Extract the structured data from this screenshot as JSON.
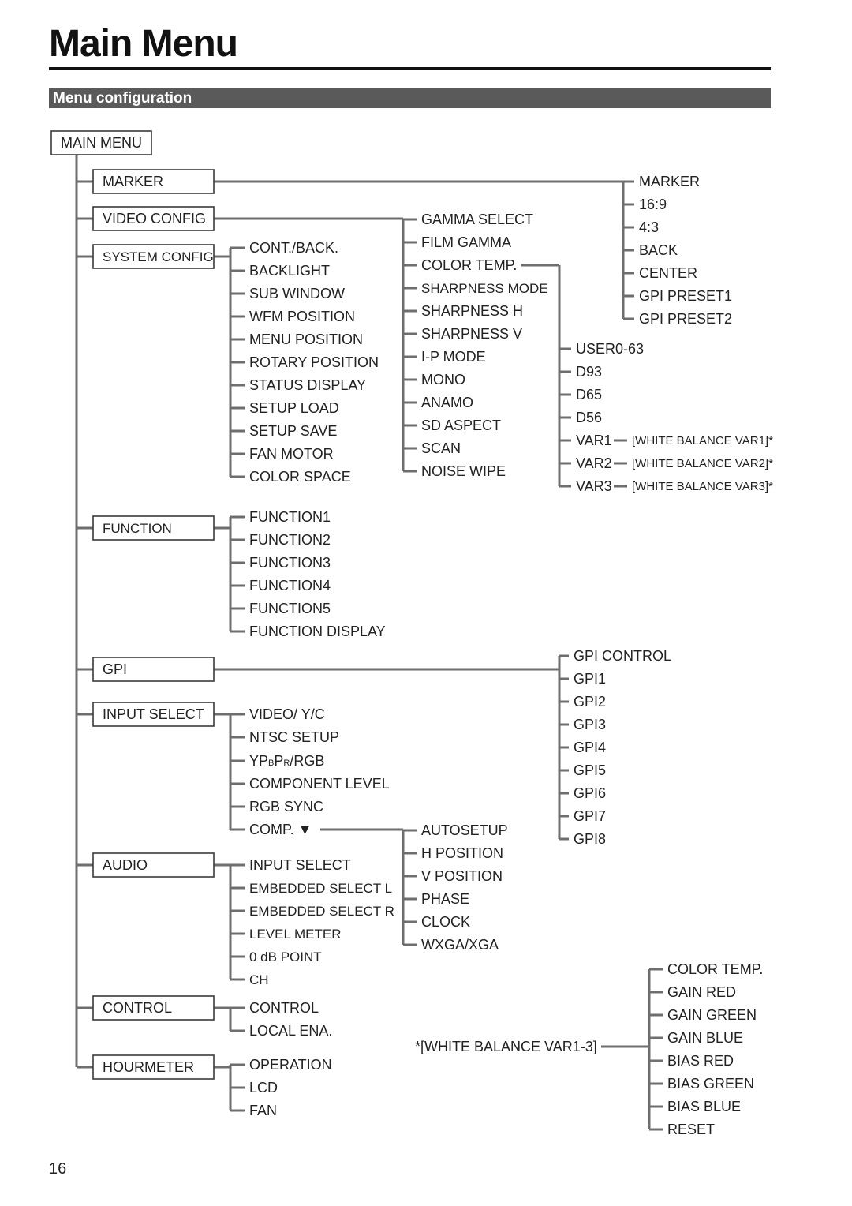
{
  "page": {
    "title": "Main Menu",
    "section_heading": "Menu configuration",
    "page_number": "16"
  },
  "diagram": {
    "root": "MAIN MENU",
    "main_items": [
      "MARKER",
      "VIDEO CONFIG",
      "SYSTEM CONFIG",
      "FUNCTION",
      "GPI",
      "INPUT SELECT",
      "AUDIO",
      "CONTROL",
      "HOURMETER"
    ],
    "marker_items": [
      "MARKER",
      "16:9",
      "4:3",
      "BACK",
      "CENTER",
      "GPI PRESET1",
      "GPI PRESET2"
    ],
    "video_config_items": [
      "GAMMA SELECT",
      "FILM GAMMA",
      "COLOR TEMP.",
      "SHARPNESS MODE",
      "SHARPNESS H",
      "SHARPNESS V",
      "I-P MODE",
      "MONO",
      "ANAMO",
      "SD ASPECT",
      "SCAN",
      "NOISE WIPE"
    ],
    "color_temp_items": [
      "USER0-63",
      "D93",
      "D65",
      "D56",
      "VAR1",
      "VAR2",
      "VAR3"
    ],
    "var_notes": [
      "[WHITE BALANCE VAR1]*",
      "[WHITE BALANCE VAR2]*",
      "[WHITE BALANCE VAR3]*"
    ],
    "system_config_items": [
      "CONT./BACK.",
      "BACKLIGHT",
      "SUB WINDOW",
      "WFM POSITION",
      "MENU POSITION",
      "ROTARY POSITION",
      "STATUS DISPLAY",
      "SETUP LOAD",
      "SETUP SAVE",
      "FAN MOTOR",
      "COLOR SPACE"
    ],
    "function_items": [
      "FUNCTION1",
      "FUNCTION2",
      "FUNCTION3",
      "FUNCTION4",
      "FUNCTION5",
      "FUNCTION DISPLAY"
    ],
    "gpi_items": [
      "GPI CONTROL",
      "GPI1",
      "GPI2",
      "GPI3",
      "GPI4",
      "GPI5",
      "GPI6",
      "GPI7",
      "GPI8"
    ],
    "input_select_items": [
      "VIDEO/ Y/C",
      "NTSC SETUP",
      "COMPONENT LEVEL",
      "RGB SYNC",
      "COMP. ▼"
    ],
    "ypbpr": {
      "y": "YP",
      "b": "B",
      "p": "P",
      "r": "R",
      "rest": "/RGB"
    },
    "comp_items": [
      "AUTOSETUP",
      "H POSITION",
      "V POSITION",
      "PHASE",
      "CLOCK",
      "WXGA/XGA"
    ],
    "audio_items": [
      "INPUT SELECT",
      "EMBEDDED SELECT L",
      "EMBEDDED SELECT R",
      "LEVEL METER",
      "0 dB POINT",
      "CH"
    ],
    "control_items": [
      "CONTROL",
      "LOCAL ENA."
    ],
    "hourmeter_items": [
      "OPERATION",
      "LCD",
      "FAN"
    ],
    "white_balance_label": "*[WHITE BALANCE VAR1-3]",
    "white_balance_items": [
      "COLOR TEMP.",
      "GAIN RED",
      "GAIN GREEN",
      "GAIN BLUE",
      "BIAS RED",
      "BIAS GREEN",
      "BIAS BLUE",
      "RESET"
    ]
  }
}
